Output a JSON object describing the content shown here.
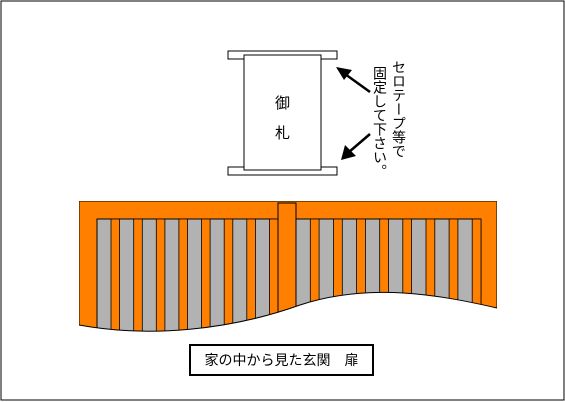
{
  "ofuda": {
    "char_1": "御",
    "char_2": "札"
  },
  "instruction": {
    "line_1": "セロテープ等で",
    "line_2": "固定して下さい。"
  },
  "caption": "家の中から見た玄関　扉",
  "colors": {
    "door_frame": "#ff8000",
    "door_slat": "#b2b2b2",
    "outline": "#000000",
    "background": "#ffffff"
  }
}
